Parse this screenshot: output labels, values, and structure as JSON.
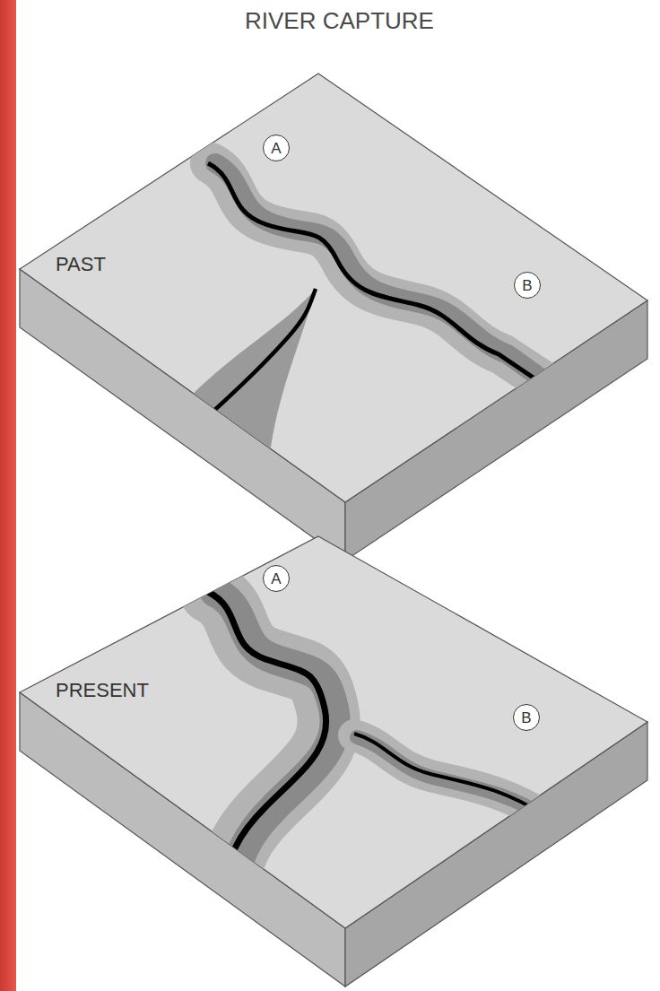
{
  "diagram": {
    "title": "RIVER CAPTURE",
    "nodes": [
      {
        "text": [
          "A"
        ]
      },
      {
        "text": [
          "B"
        ]
      },
      {
        "text": [
          "A"
        ]
      },
      {
        "text": [
          "B"
        ]
      }
    ],
    "labels": [
      "PAST",
      "PRESENT"
    ]
  }
}
